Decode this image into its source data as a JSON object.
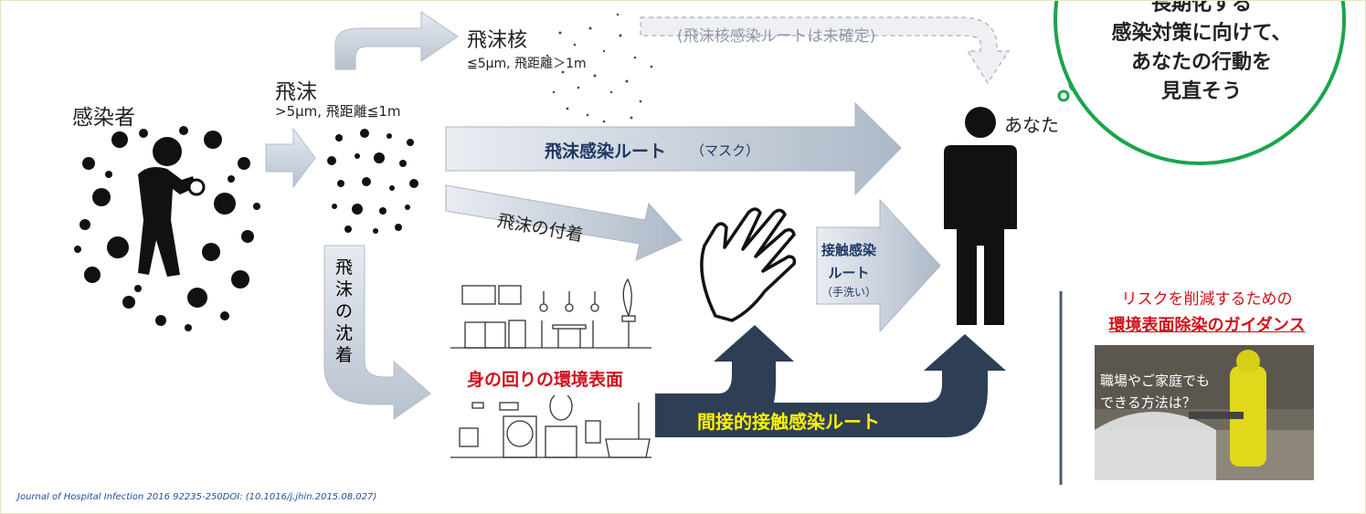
{
  "infected": {
    "label": "感染者"
  },
  "droplet": {
    "label": "飛沫",
    "spec": ">5μm, 飛距離≦1m"
  },
  "droplet_nuclei": {
    "label": "飛沫核",
    "spec": "≦5μm, 飛距離＞1m",
    "route_note": "(飛沫核感染ルートは未確定)"
  },
  "droplet_route": {
    "label": "飛沫感染ルート",
    "note": "（マスク）"
  },
  "adhesion": {
    "label": "飛沫の付着"
  },
  "deposition": {
    "label": "飛沫の沈着"
  },
  "contact_route": {
    "line1": "接触感染",
    "line2": "ルート",
    "note": "（手洗い）"
  },
  "environment": {
    "label": "身の回りの環境表面"
  },
  "indirect_route": {
    "label": "間接的接触感染ルート"
  },
  "you": {
    "label": "あなた"
  },
  "bubble": {
    "line1": "長期化する",
    "line2": "感染対策に向けて、",
    "line3": "あなたの行動を",
    "line4": "見直そう"
  },
  "guidance": {
    "line1": "リスクを削減するための",
    "line2": "環境表面除染のガイダンス",
    "photo_line1": "職場やご家庭でも",
    "photo_line2": "できる方法は？"
  },
  "citation": "Journal of Hospital Infection 2016 92235-250DOI: (10.1016/j.jhin.2015.08.027)",
  "colors": {
    "arrow_fill": "#c9d0db",
    "dark_arrow": "#2e3f55",
    "bubble_border": "#1aa54a",
    "red": "#d0101b",
    "yellow": "#fff200",
    "navy": "#1f3864"
  }
}
